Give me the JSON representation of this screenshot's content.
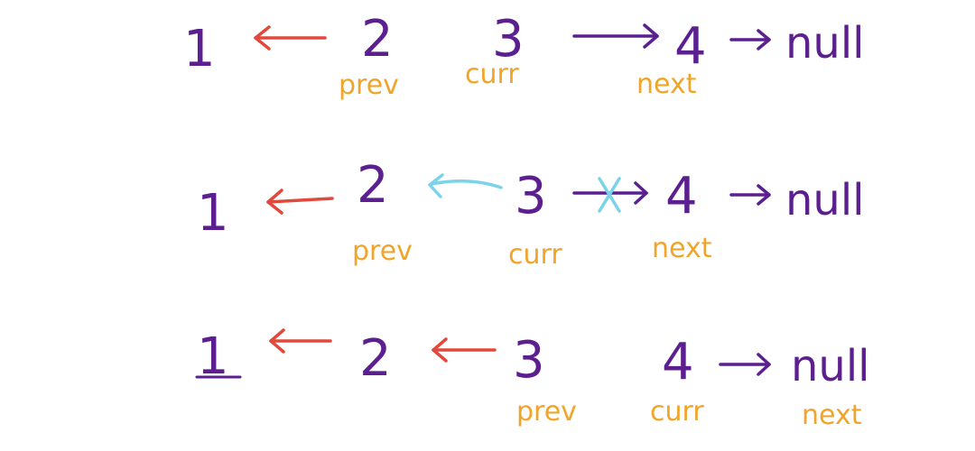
{
  "colors": {
    "node": "#5c1f8f",
    "pointer_label": "#f0a52a",
    "reversed_link": "#e0493c",
    "original_link": "#5c1f8f",
    "new_link": "#7ad3ea",
    "cut_mark": "#7ad3ea"
  },
  "nodes": [
    "1",
    "2",
    "3",
    "4"
  ],
  "null_text": "null",
  "rows": [
    {
      "pointers": {
        "prev": "prev",
        "curr": "curr",
        "next": "next"
      }
    },
    {
      "pointers": {
        "prev": "prev",
        "curr": "curr",
        "next": "next"
      }
    },
    {
      "pointers": {
        "prev": "prev",
        "curr": "curr",
        "next": "next"
      }
    }
  ]
}
